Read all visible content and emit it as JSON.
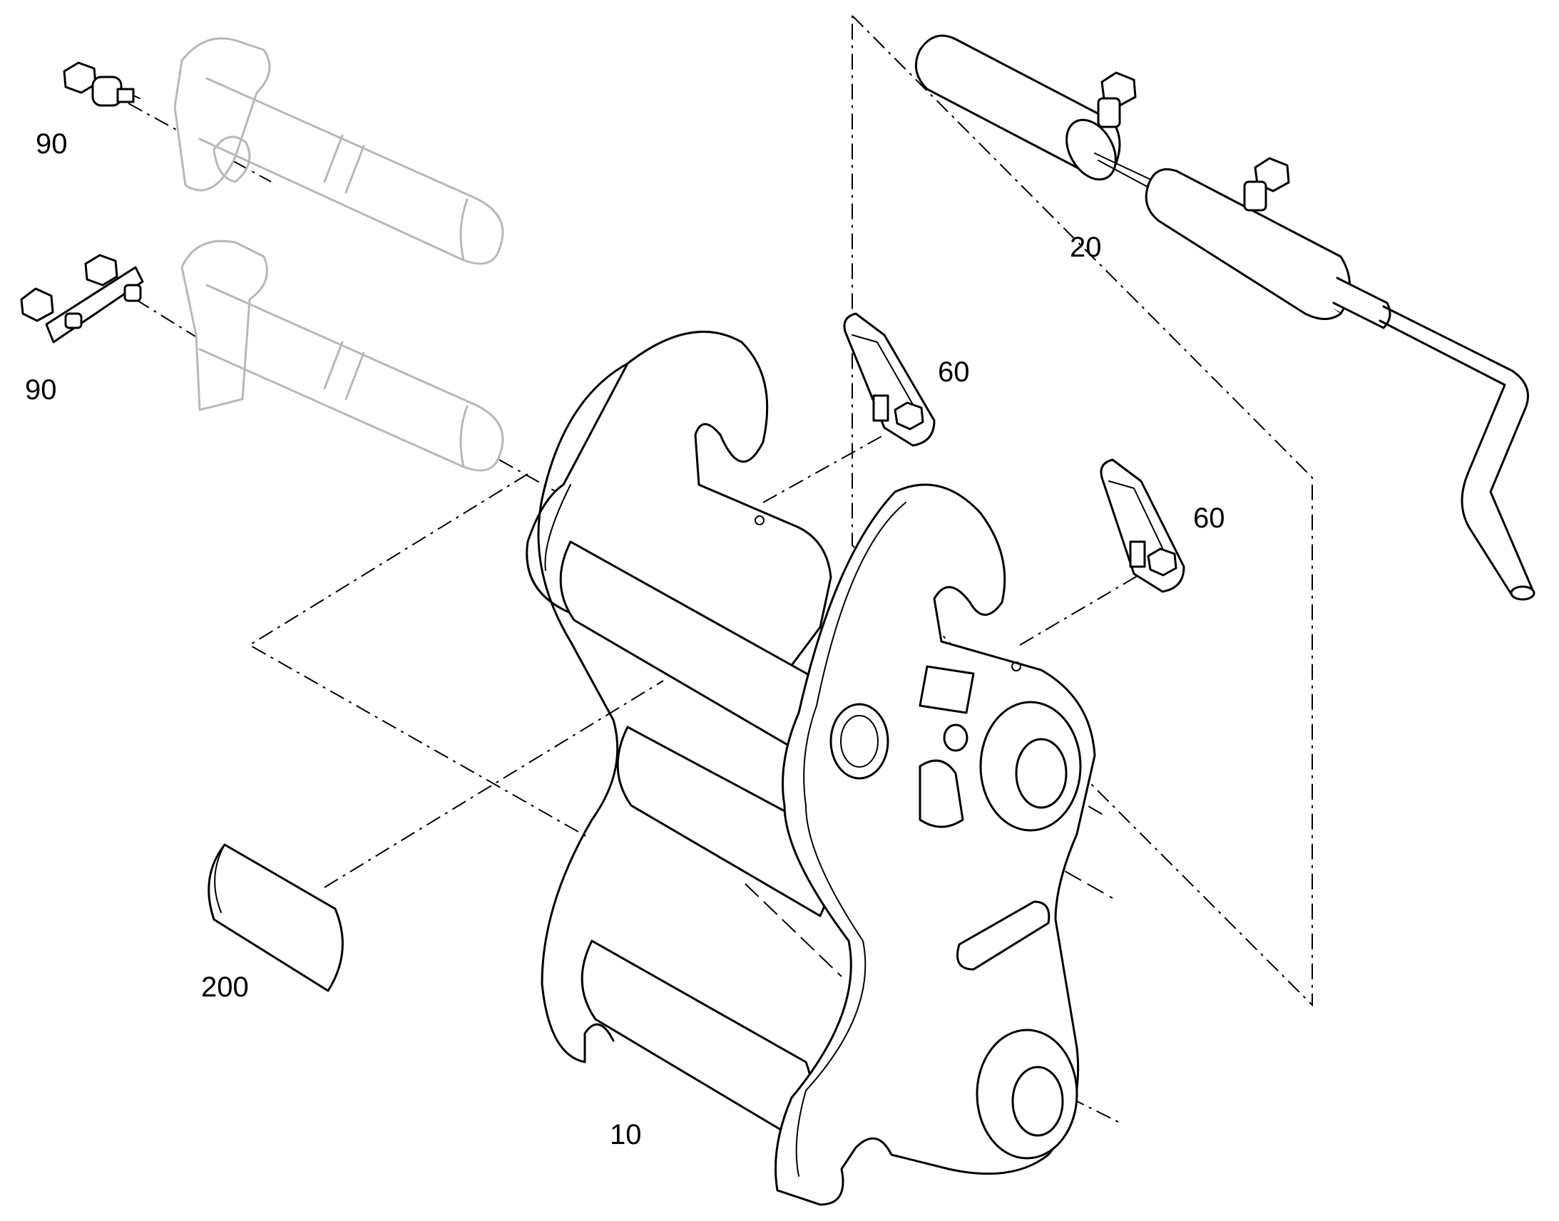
{
  "labels": {
    "part_90_upper": "90",
    "part_90_lower": "90",
    "part_20": "20",
    "part_60_upper": "60",
    "part_60_lower": "60",
    "part_200": "200",
    "part_10": "10"
  }
}
